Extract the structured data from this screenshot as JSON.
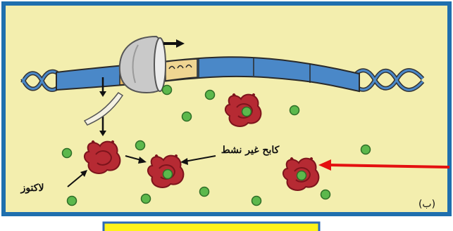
{
  "labels": {
    "inactive_repressor": "كابح غير نشط",
    "lactose": "لاكتوز",
    "panel": "(ب)"
  },
  "colors": {
    "frame_border": "#1f6fae",
    "background": "#f3eeae",
    "dna": "#4a88c8",
    "dna_transcribed": "#e3b560",
    "repressor": "#b62a33",
    "lactose": "#5cb84c",
    "pointer_arrow": "#e41010",
    "answer_box_fill": "#fff21a",
    "answer_box_border": "#2e6ab8"
  },
  "answer_box": {
    "text": ""
  }
}
